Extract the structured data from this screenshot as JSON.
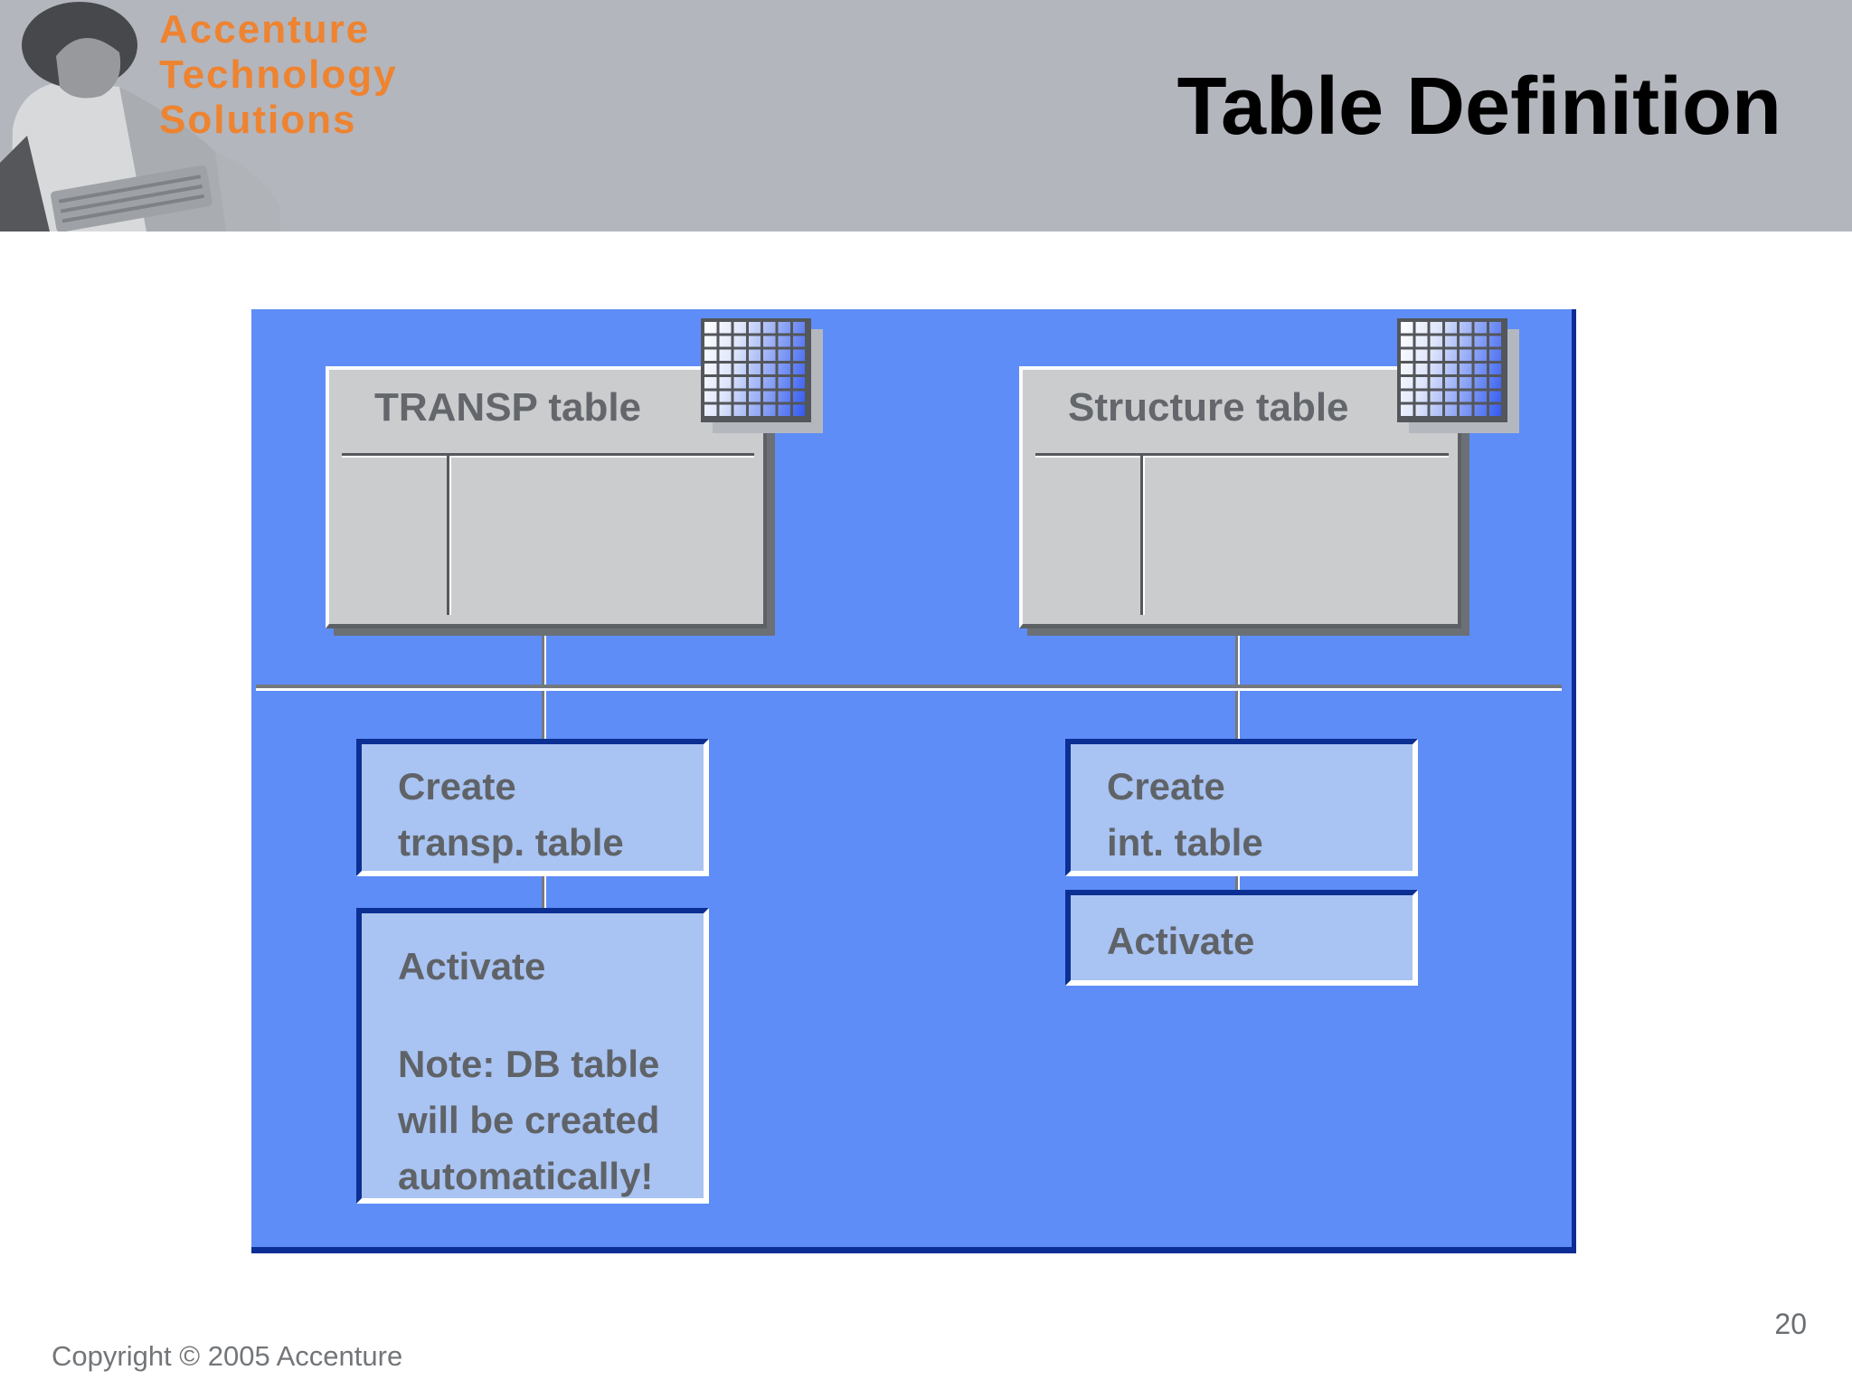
{
  "header": {
    "logo": {
      "line1": "Accenture",
      "line2": "Technology",
      "line3": "Solutions"
    },
    "title": "Table Definition"
  },
  "diagram": {
    "left_branch": {
      "table_title": "TRANSP table",
      "step1_line1": "Create",
      "step1_line2": "transp. table",
      "step2_title": "Activate",
      "step2_note_line1": "Note: DB table",
      "step2_note_line2": "will be created",
      "step2_note_line3": "automatically!"
    },
    "right_branch": {
      "table_title": "Structure table",
      "step1_line1": "Create",
      "step1_line2": "int. table",
      "step2_title": "Activate"
    }
  },
  "footer": {
    "copyright": "Copyright © 2005 Accenture",
    "page_number": "20"
  },
  "colors": {
    "header_gray": "#b3b6bd",
    "logo_orange": "#ee8330",
    "panel_blue": "#5e8df7",
    "navy_border": "#0c2d96",
    "step_box_blue": "#a9c3f2",
    "table_box_gray": "#cbccce",
    "text_gray": "#5f6367"
  }
}
